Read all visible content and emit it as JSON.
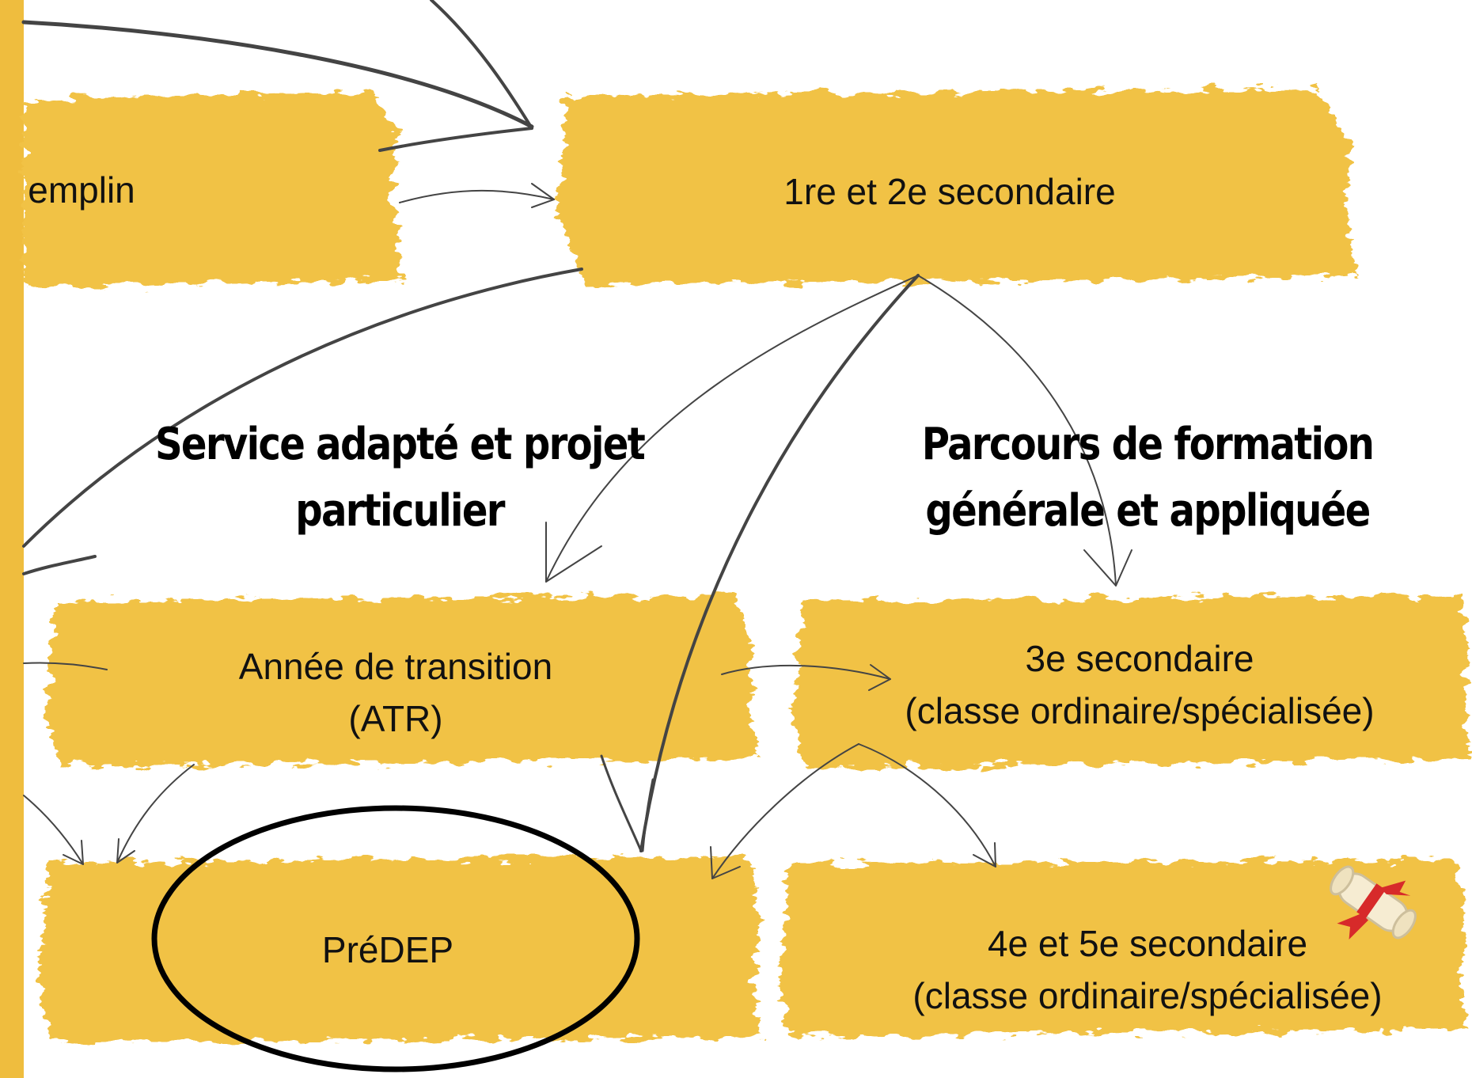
{
  "colors": {
    "brush": "#f1c244",
    "left_bar": "#efbd3e",
    "arrow": "#444444",
    "text": "#111111"
  },
  "nodes": {
    "tremplin": "emplin",
    "sec_1_2": "1re et 2e secondaire",
    "atr": [
      "Année de transition",
      "(ATR)"
    ],
    "sec_3": [
      "3e secondaire",
      "(classe ordinaire/spécialisée)"
    ],
    "predep": "PréDEP",
    "sec_4_5": [
      "4e et 5e secondaire",
      "(classe ordinaire/spécialisée)"
    ]
  },
  "headings": {
    "service": [
      "Service adapté et projet",
      "particulier"
    ],
    "parcours": [
      "Parcours de formation",
      "générale et appliquée"
    ]
  },
  "icons": {
    "diploma": "diploma-scroll-icon",
    "highlight": "highlight-ellipse"
  }
}
